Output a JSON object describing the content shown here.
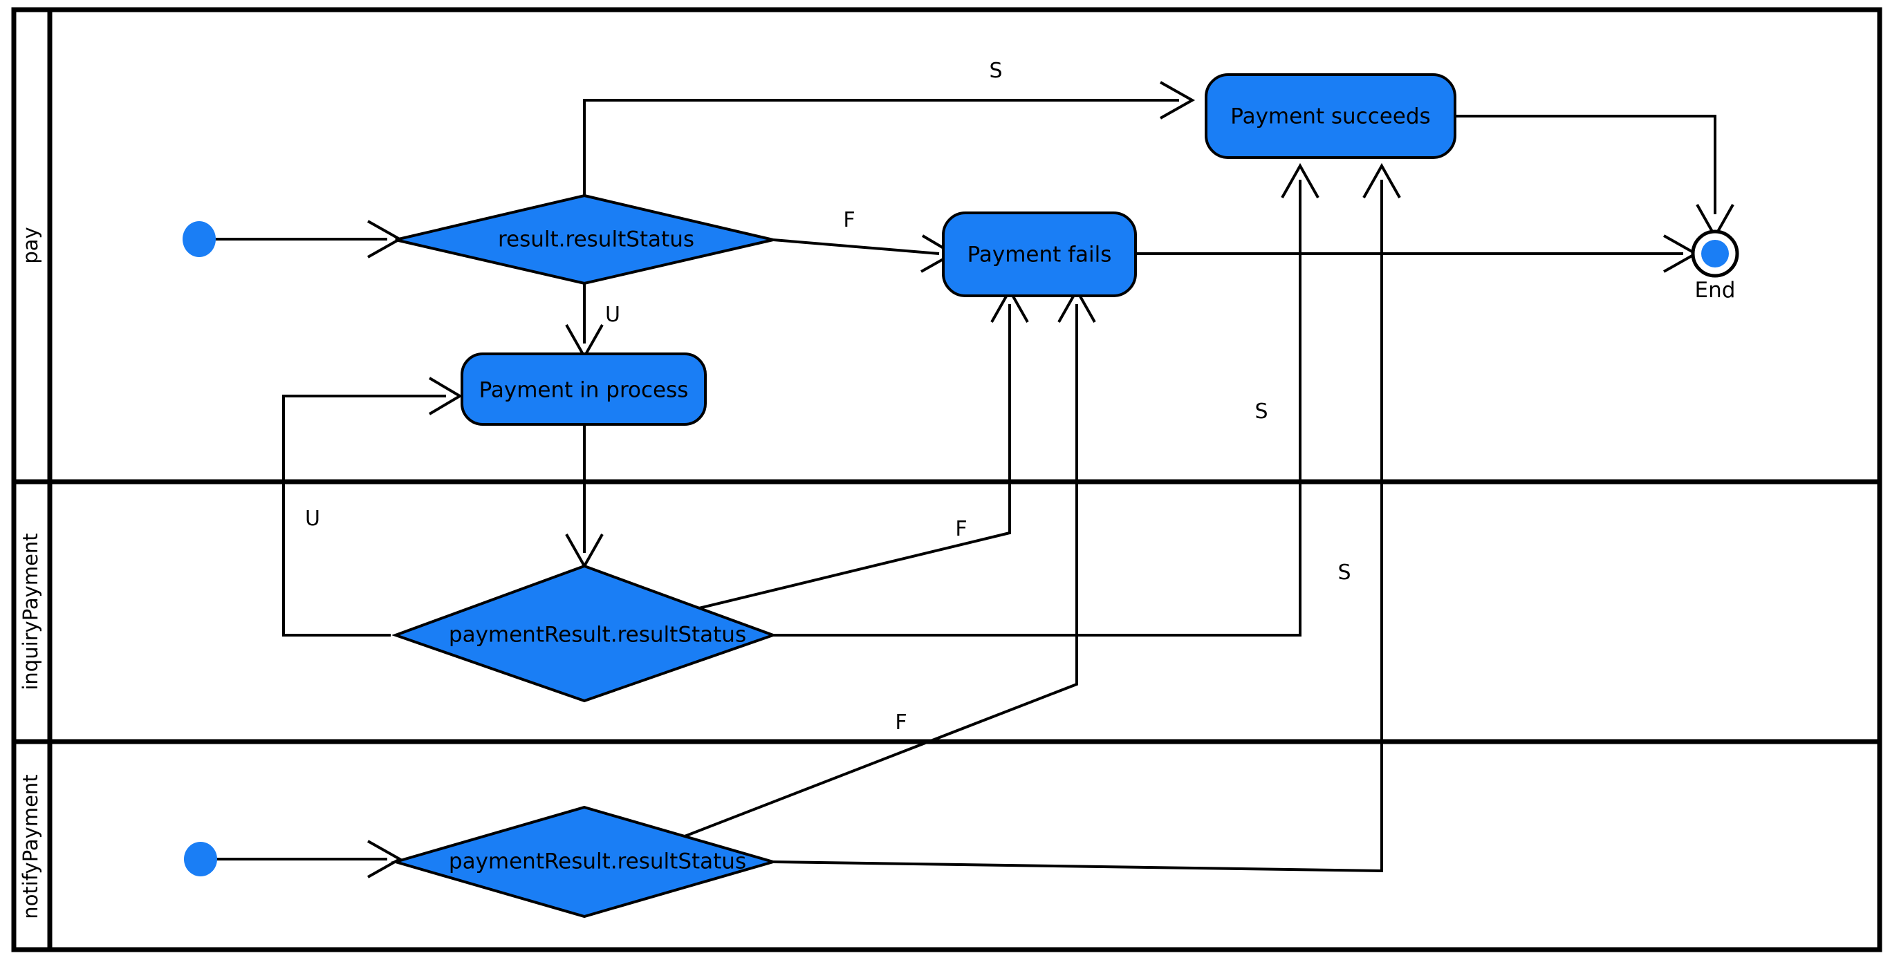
{
  "diagram": {
    "type": "uml-activity-swimlane",
    "background": "#ffffff",
    "node_fill": "#1a7ef5",
    "stroke": "#000000"
  },
  "lanes": [
    {
      "id": "pay",
      "label": "pay"
    },
    {
      "id": "inquiryPayment",
      "label": "inquiryPayment"
    },
    {
      "id": "notifyPayment",
      "label": "notifyPayment"
    }
  ],
  "nodes": {
    "start_pay": {
      "kind": "initial",
      "lane": "pay"
    },
    "decision_result": {
      "kind": "decision",
      "lane": "pay",
      "label": "result.resultStatus"
    },
    "payment_succeeds": {
      "kind": "action",
      "lane": "pay",
      "label": "Payment succeeds"
    },
    "payment_fails": {
      "kind": "action",
      "lane": "pay",
      "label": "Payment fails"
    },
    "payment_in_process": {
      "kind": "action",
      "lane": "pay",
      "label": "Payment in process"
    },
    "end_node": {
      "kind": "final",
      "lane": "pay",
      "label": "End"
    },
    "decision_inquiry": {
      "kind": "decision",
      "lane": "inquiryPayment",
      "label": "paymentResult.resultStatus"
    },
    "start_notify": {
      "kind": "initial",
      "lane": "notifyPayment"
    },
    "decision_notify": {
      "kind": "decision",
      "lane": "notifyPayment",
      "label": "paymentResult.resultStatus"
    }
  },
  "edge_labels": {
    "succeeds_s": "S",
    "fails_f": "F",
    "process_u": "U",
    "inquiry_u": "U",
    "inquiry_f": "F",
    "inquiry_s": "S",
    "notify_f": "F",
    "notify_s": "S"
  },
  "texts": {
    "lane_pay": "pay",
    "lane_inquiry": "inquiryPayment",
    "lane_notify": "notifyPayment",
    "decision_result": "result.resultStatus",
    "payment_succeeds": "Payment succeeds",
    "payment_fails": "Payment fails",
    "payment_in_process": "Payment in process",
    "end": "End",
    "decision_inquiry": "paymentResult.resultStatus",
    "decision_notify": "paymentResult.resultStatus",
    "label_s_top": "S",
    "label_f_top": "F",
    "label_u_proc": "U",
    "label_u_loop": "U",
    "label_f_inq": "F",
    "label_s_inq": "S",
    "label_s_notify": "S",
    "label_f_notify": "F"
  }
}
